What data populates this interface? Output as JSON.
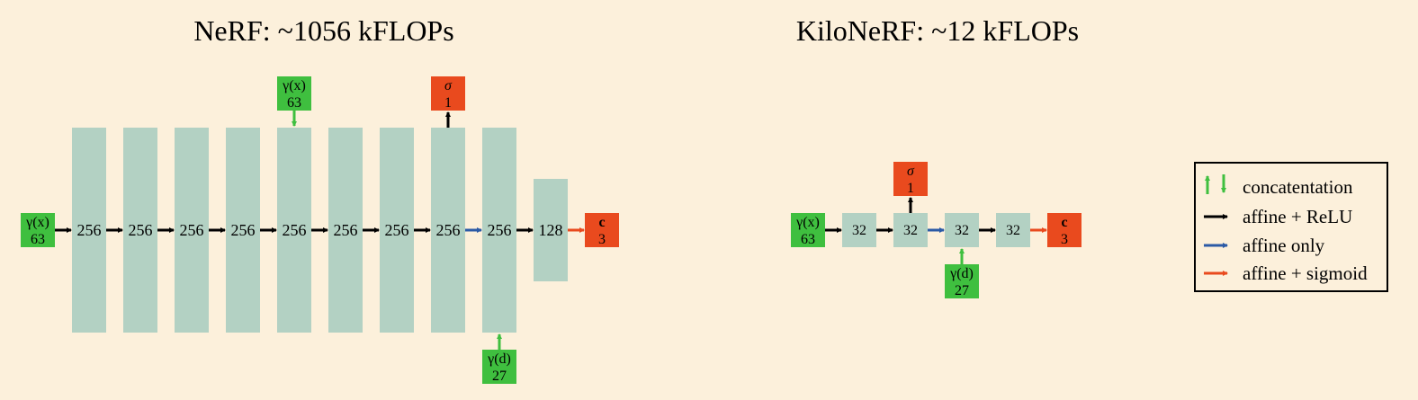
{
  "colors": {
    "background": "#fcf0db",
    "layer": "#b3d1c3",
    "input": "#3fbf3f",
    "output": "#e94a1e",
    "arrow_relu": "#000000",
    "arrow_affine": "#2b5aa6",
    "arrow_sigmoid": "#e94a1e",
    "arrow_concat": "#3fbf3f"
  },
  "nerf": {
    "title": "NeRF: ~1056 kFLOPs",
    "input_x": {
      "symbol": "γ(x)",
      "value": "63"
    },
    "layers": [
      "256",
      "256",
      "256",
      "256",
      "256",
      "256",
      "256",
      "256",
      "256",
      "128"
    ],
    "skip_input_x": {
      "symbol": "γ(x)",
      "value": "63"
    },
    "sigma": {
      "symbol": "σ",
      "value": "1"
    },
    "dir_input": {
      "symbol": "γ(d)",
      "value": "27"
    },
    "color_output": {
      "symbol": "c",
      "value": "3"
    }
  },
  "kilonerf": {
    "title": "KiloNeRF: ~12 kFLOPs",
    "input_x": {
      "symbol": "γ(x)",
      "value": "63"
    },
    "layers": [
      "32",
      "32",
      "32",
      "32"
    ],
    "sigma": {
      "symbol": "σ",
      "value": "1"
    },
    "dir_input": {
      "symbol": "γ(d)",
      "value": "27"
    },
    "color_output": {
      "symbol": "c",
      "value": "3"
    }
  },
  "legend": {
    "concat": "concatentation",
    "relu": "affine + ReLU",
    "affine": "affine only",
    "sigmoid": "affine + sigmoid"
  }
}
